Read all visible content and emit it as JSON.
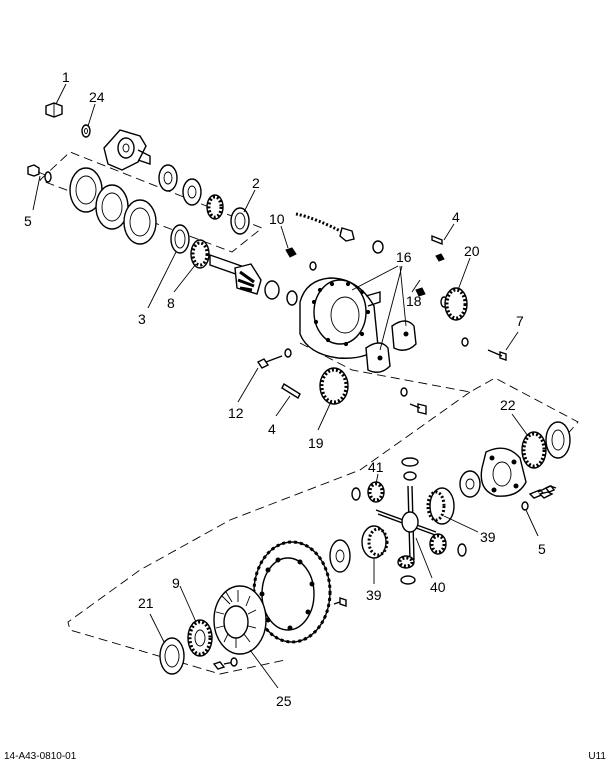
{
  "diagram": {
    "callouts": [
      {
        "id": "c1",
        "text": "1"
      },
      {
        "id": "c24",
        "text": "24"
      },
      {
        "id": "c2",
        "text": "2"
      },
      {
        "id": "c5a",
        "text": "5"
      },
      {
        "id": "c10",
        "text": "10"
      },
      {
        "id": "c4a",
        "text": "4"
      },
      {
        "id": "c16",
        "text": "16"
      },
      {
        "id": "c20",
        "text": "20"
      },
      {
        "id": "c18",
        "text": "18"
      },
      {
        "id": "c3",
        "text": "3"
      },
      {
        "id": "c8",
        "text": "8"
      },
      {
        "id": "c7",
        "text": "7"
      },
      {
        "id": "c12",
        "text": "12"
      },
      {
        "id": "c4b",
        "text": "4"
      },
      {
        "id": "c19",
        "text": "19"
      },
      {
        "id": "c22",
        "text": "22"
      },
      {
        "id": "c41",
        "text": "41"
      },
      {
        "id": "c39a",
        "text": "39"
      },
      {
        "id": "c5b",
        "text": "5"
      },
      {
        "id": "c9",
        "text": "9"
      },
      {
        "id": "c21",
        "text": "21"
      },
      {
        "id": "c39b",
        "text": "39"
      },
      {
        "id": "c40",
        "text": "40"
      },
      {
        "id": "c25",
        "text": "25"
      }
    ],
    "footer_left": "14-A43-0810-01",
    "footer_right": "U11"
  }
}
